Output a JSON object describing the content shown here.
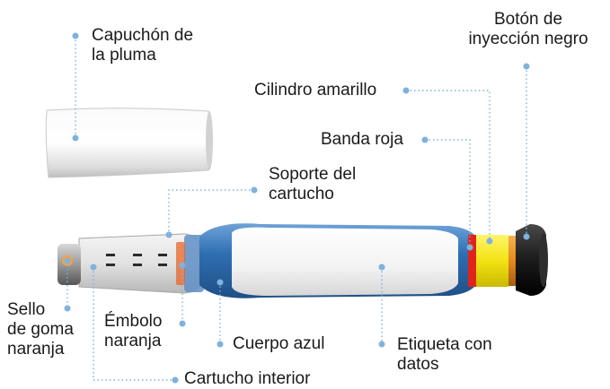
{
  "labels": {
    "cap": [
      "Capuchón de",
      "la pluma"
    ],
    "button": [
      "Botón de",
      "inyección negro"
    ],
    "yellow": "Cilindro amarillo",
    "red": "Banda roja",
    "holder": [
      "Soporte del",
      "cartucho"
    ],
    "seal": [
      "Sello",
      "de goma",
      "naranja"
    ],
    "plunger": [
      "Émbolo",
      "naranja"
    ],
    "body": "Cuerpo azul",
    "label": [
      "Etiqueta con",
      "datos"
    ],
    "cartridge": "Cartucho interior"
  },
  "colors": {
    "leader": "#7fb2dc",
    "pen_blue": "#2f6fb3",
    "pen_yellow": "#f2e313",
    "pen_red": "#e0241b",
    "pen_orange": "#f08a1c",
    "label_white": "#f5f5f5",
    "cap": "#ececec",
    "button_black": "#1b1b1b"
  }
}
